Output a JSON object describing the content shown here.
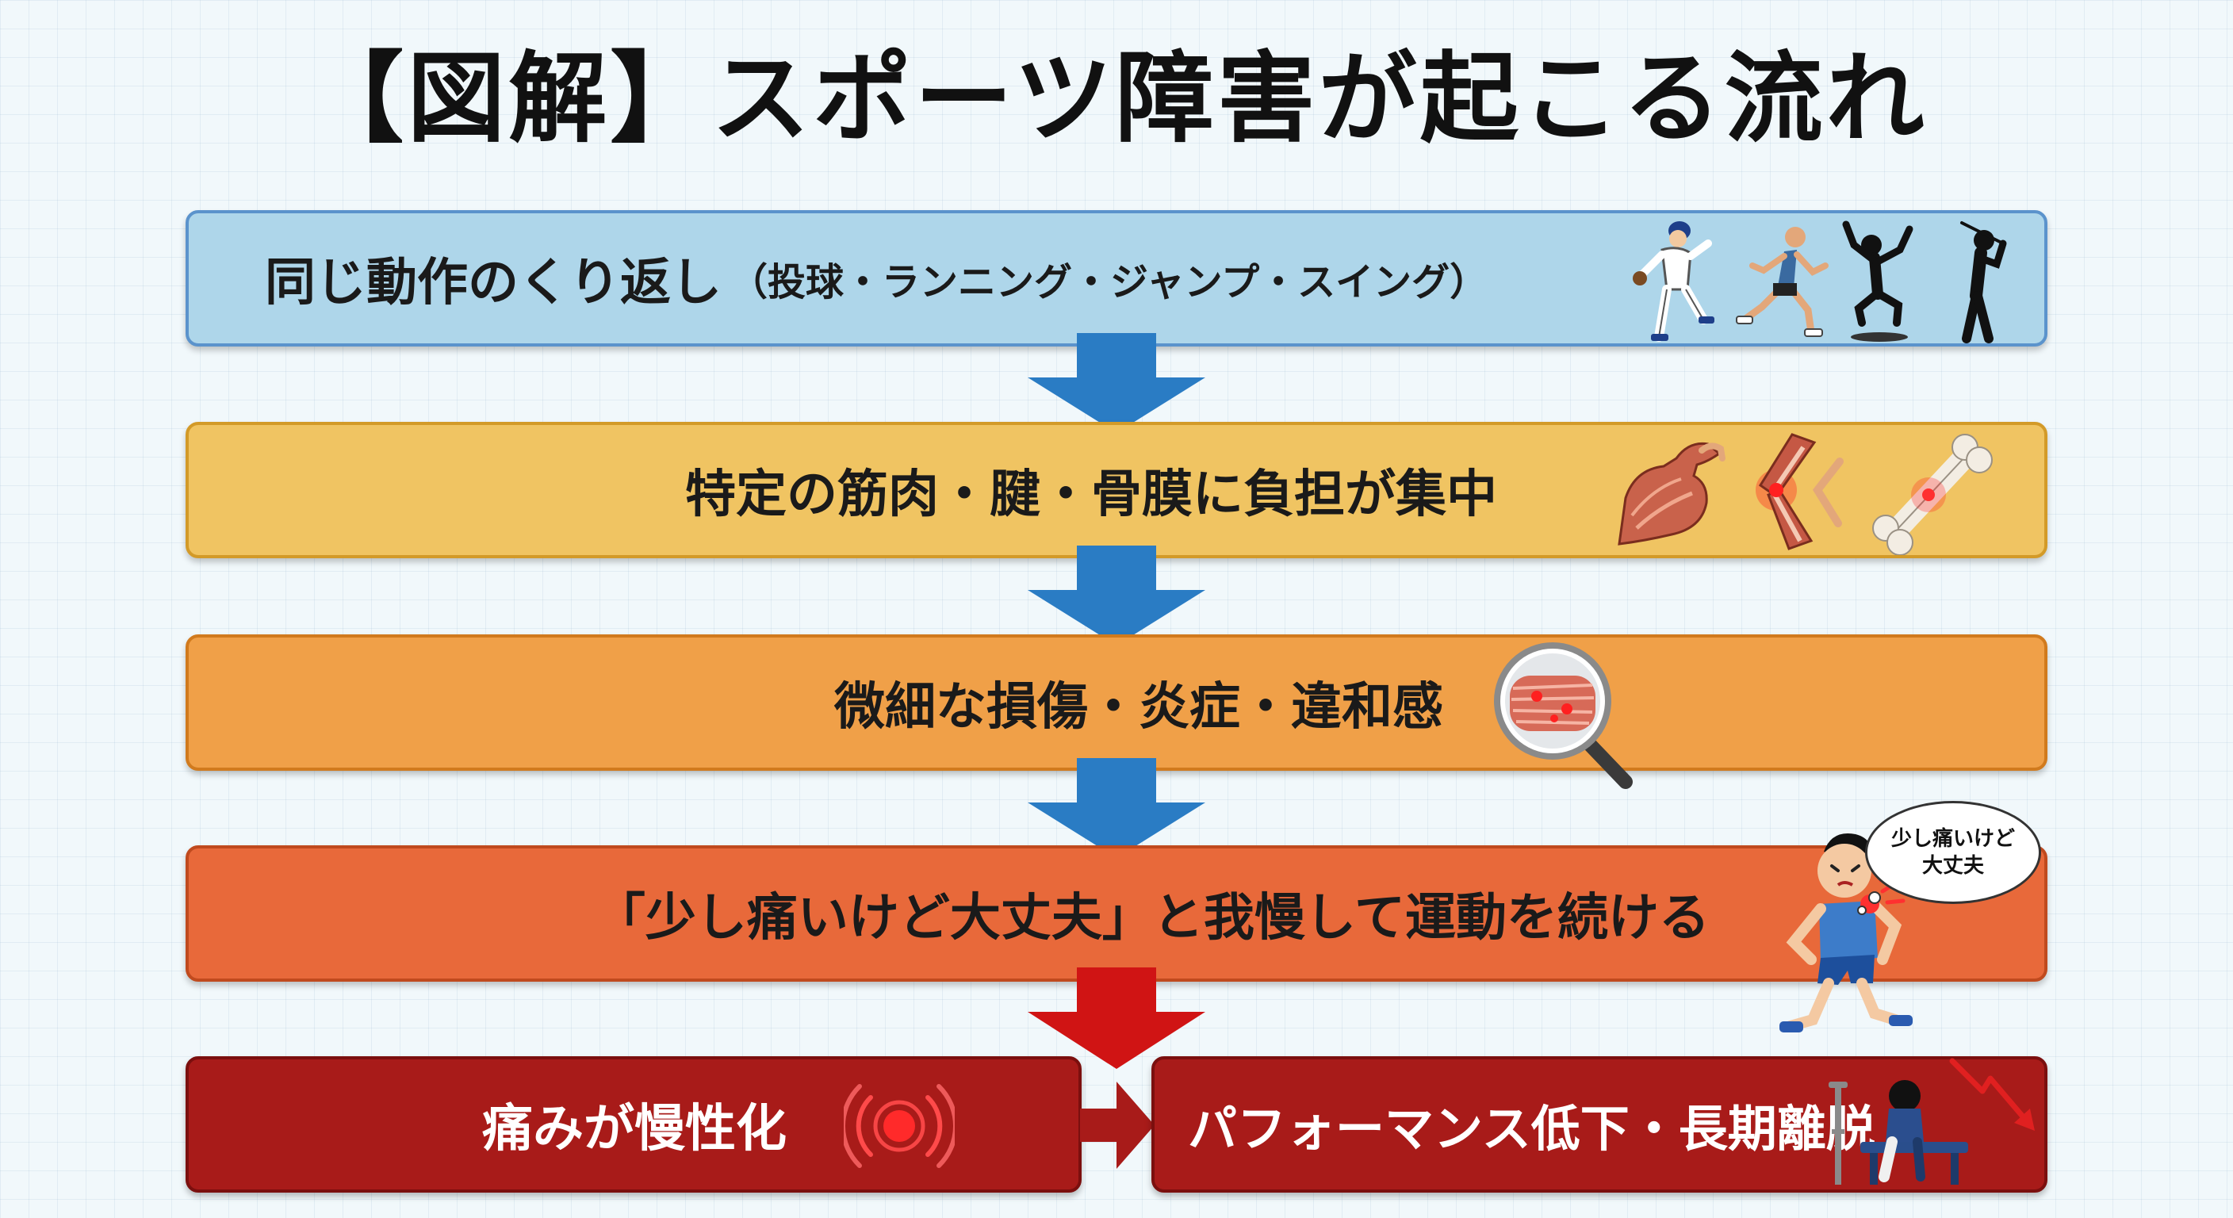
{
  "title": "【図解】スポーツ障害が起こる流れ",
  "steps": [
    {
      "text": "同じ動作のくり返し",
      "note": "（投球・ランニング・ジャンプ・スイング）"
    },
    {
      "text": "特定の筋肉・腱・骨膜に負担が集中"
    },
    {
      "text": "微細な損傷・炎症・違和感"
    },
    {
      "text": "「少し痛いけど大丈夫」と我慢して運動を続ける"
    }
  ],
  "outcomes": [
    {
      "text": "痛みが慢性化"
    },
    {
      "text": "パフォーマンス低下・長期離脱"
    }
  ],
  "speech_bubble": {
    "line1": "少し痛いけど",
    "line2": "大丈夫"
  },
  "colors": {
    "step1": "#aed6ea",
    "step2": "#f0c462",
    "step3": "#f0a048",
    "step4": "#e8693a",
    "outcome": "#a81b19",
    "arrow_blue": "#2a7cc4",
    "arrow_red": "#d01414"
  },
  "icons": [
    "baseball-pitcher-icon",
    "runner-icon",
    "jumper-icon",
    "golfer-icon",
    "arm-muscle-icon",
    "knee-tendon-icon",
    "bone-icon",
    "magnifier-icon",
    "injured-athlete-icon",
    "pain-signal-icon",
    "crutch-athlete-icon",
    "decline-arrow-icon"
  ]
}
